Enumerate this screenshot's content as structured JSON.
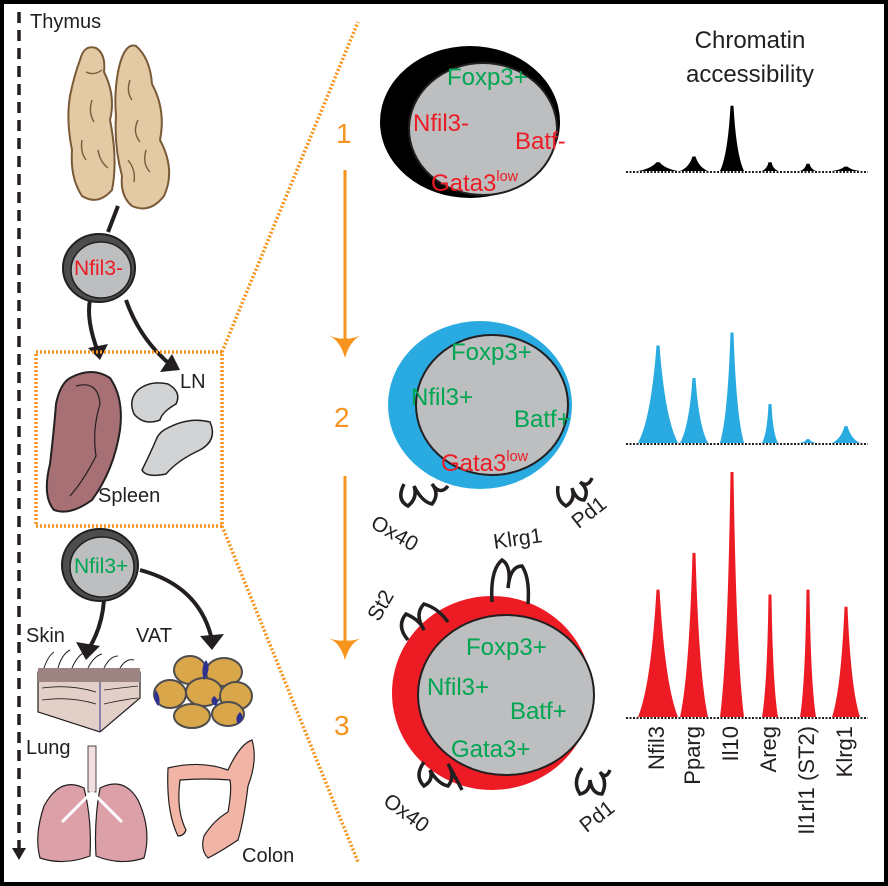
{
  "left_panel": {
    "axis_label": "Thymus",
    "thymus_cell": {
      "marker": "Nfil3-",
      "marker_color": "#ed1c24"
    },
    "lymphoid_organs": {
      "lymph_node": "LN",
      "spleen": "Spleen"
    },
    "tissue_cell": {
      "marker": "Nfil3+",
      "marker_color": "#00a651"
    },
    "tissues": [
      "Skin",
      "VAT",
      "Lung",
      "Colon"
    ]
  },
  "stages": [
    {
      "number": "1",
      "outer_color": "#000000",
      "markers": [
        {
          "text": "Foxp3+",
          "sup": "",
          "color": "#00a651"
        },
        {
          "text": "Nfil3-",
          "sup": "",
          "color": "#ed1c24"
        },
        {
          "text": "Batf-",
          "sup": "",
          "color": "#ed1c24"
        },
        {
          "text": "Gata3",
          "sup": "low",
          "color": "#ed1c24"
        }
      ],
      "receptors": []
    },
    {
      "number": "2",
      "outer_color": "#29abe2",
      "markers": [
        {
          "text": "Foxp3+",
          "sup": "",
          "color": "#00a651"
        },
        {
          "text": "Nfil3+",
          "sup": "",
          "color": "#00a651"
        },
        {
          "text": "Batf+",
          "sup": "",
          "color": "#00a651"
        },
        {
          "text": "Gata3",
          "sup": "low",
          "color": "#ed1c24"
        }
      ],
      "receptors": [
        "Ox40",
        "Pd1"
      ]
    },
    {
      "number": "3",
      "outer_color": "#ed1c24",
      "markers": [
        {
          "text": "Foxp3+",
          "sup": "",
          "color": "#00a651"
        },
        {
          "text": "Nfil3+",
          "sup": "",
          "color": "#00a651"
        },
        {
          "text": "Batf+",
          "sup": "",
          "color": "#00a651"
        },
        {
          "text": "Gata3+",
          "sup": "",
          "color": "#00a651"
        }
      ],
      "receptors": [
        "Klrg1",
        "St2",
        "Ox40",
        "Pd1"
      ]
    }
  ],
  "chart_data": {
    "type": "bar",
    "title": "Chromatin accessibility",
    "categories": [
      "Nfil3",
      "Pparg",
      "Il10",
      "Areg",
      "Il1rl1 (ST2)",
      "Klrg1"
    ],
    "ylim": [
      0,
      1
    ],
    "series": [
      {
        "name": "Stage 1",
        "color": "#000000",
        "values": [
          0.06,
          0.1,
          0.45,
          0.06,
          0.05,
          0.03
        ]
      },
      {
        "name": "Stage 2",
        "color": "#29abe2",
        "values": [
          0.75,
          0.5,
          0.85,
          0.3,
          0.03,
          0.13
        ]
      },
      {
        "name": "Stage 3",
        "color": "#ed1c24",
        "values": [
          0.52,
          0.67,
          1.0,
          0.5,
          0.52,
          0.45
        ]
      }
    ]
  }
}
